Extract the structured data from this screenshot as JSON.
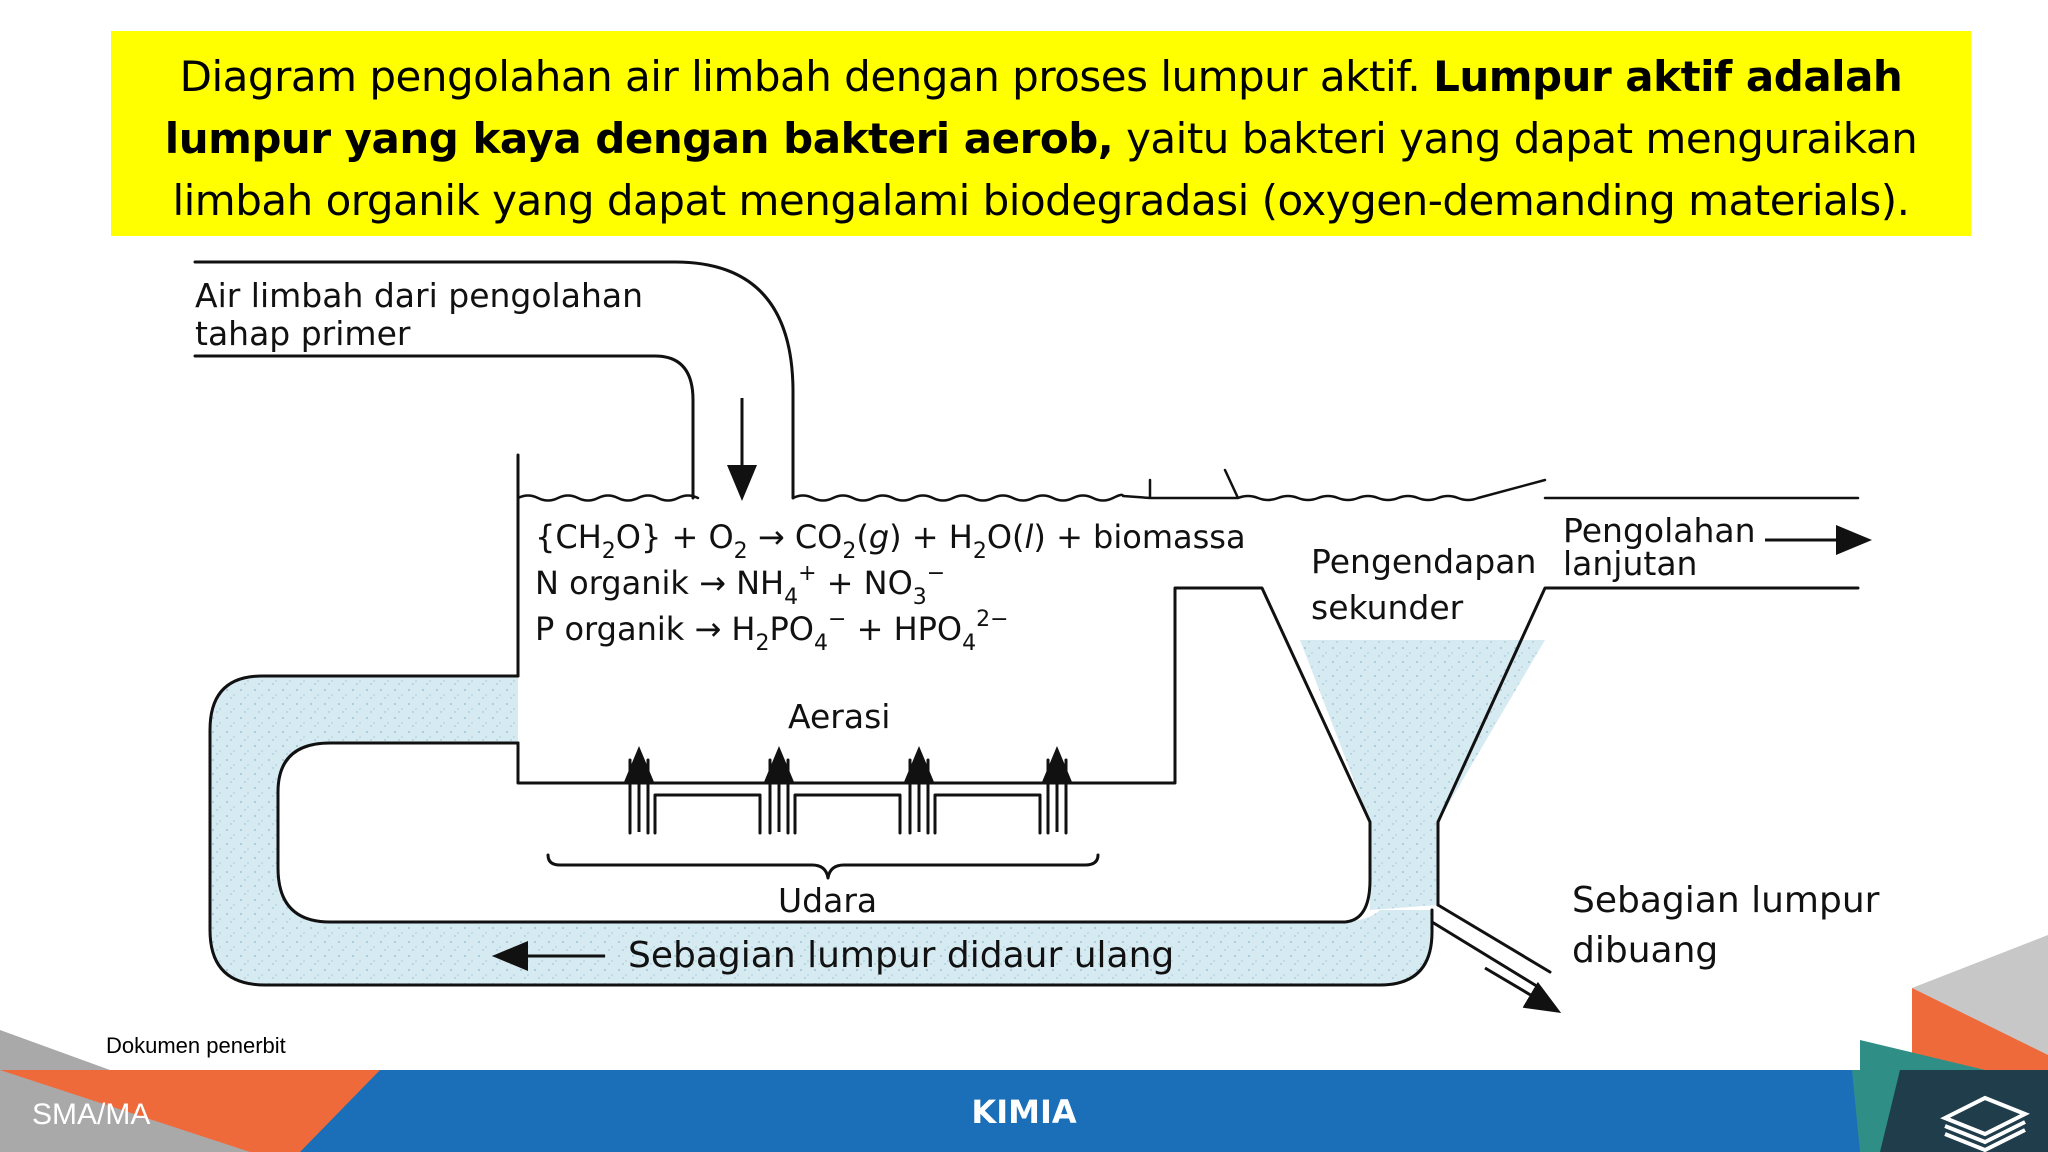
{
  "caption": {
    "part1": "Diagram pengolahan air limbah dengan proses lumpur aktif. ",
    "bold": "Lumpur aktif adalah lumpur yang kaya dengan bakteri aerob,",
    "part2": " yaitu bakteri yang dapat menguraikan limbah organik yang dapat mengalami biodegradasi (oxygen-demanding materials)."
  },
  "labels": {
    "inflow_line1": "Air limbah dari pengolahan",
    "inflow_line2": "tahap primer",
    "settling_line1": "Pengendapan",
    "settling_line2": "sekunder",
    "further_line1": "Pengolahan",
    "further_line2": "lanjutan",
    "aeration": "Aerasi",
    "air": "Udara",
    "recycle": "Sebagian lumpur didaur ulang",
    "waste_line1": "Sebagian lumpur",
    "waste_line2": "dibuang"
  },
  "reactions": {
    "r1": {
      "a": "{CH",
      "a_sub": "2",
      "b": "O} + O",
      "b_sub": "2",
      "c": " → CO",
      "c_sub": "2",
      "d": "(",
      "d_it": "g",
      "e": ") + H",
      "e_sub": "2",
      "f": "O(",
      "f_it": "l",
      "g": ") + biomassa"
    },
    "r2": {
      "a": "N organik → NH",
      "a_sub": "4",
      "a_sup": "+",
      "b": " + NO",
      "b_sub": "3",
      "b_sup": "−"
    },
    "r3": {
      "a": "P organik → H",
      "a_sub": "2",
      "b": "PO",
      "b_sub": "4",
      "b_sup": "−",
      "c": " + HPO",
      "c_sub": "4",
      "c_sup": "2−"
    }
  },
  "source_note": "Dokumen penerbit",
  "footer": {
    "level": "SMA/MA",
    "subject": "KIMIA"
  },
  "colors": {
    "highlight": "#ffff00",
    "sludge": "#d6eaf2",
    "footer_blue": "#1a6fb8",
    "accent_orange": "#ef6a3a",
    "accent_grey": "#a9a9a9",
    "accent_teal": "#2f8f86",
    "accent_dark": "#1f3d4a"
  }
}
